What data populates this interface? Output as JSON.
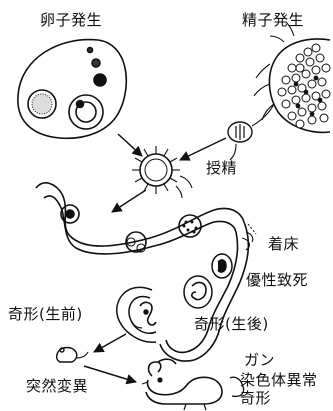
{
  "labels": {
    "oogenesis": "卵子発生",
    "spermatogenesis": "精子発生",
    "fertilization": "授精",
    "implantation": "着床",
    "dominant_lethal": "優性致死",
    "malformation_prenatal": "奇形(生前)",
    "malformation_postnatal": "奇形(生後)",
    "mutation": "突然変異",
    "cancer": "ガン",
    "chromosome_aberration": "染色体異常",
    "malformation": "奇形"
  }
}
